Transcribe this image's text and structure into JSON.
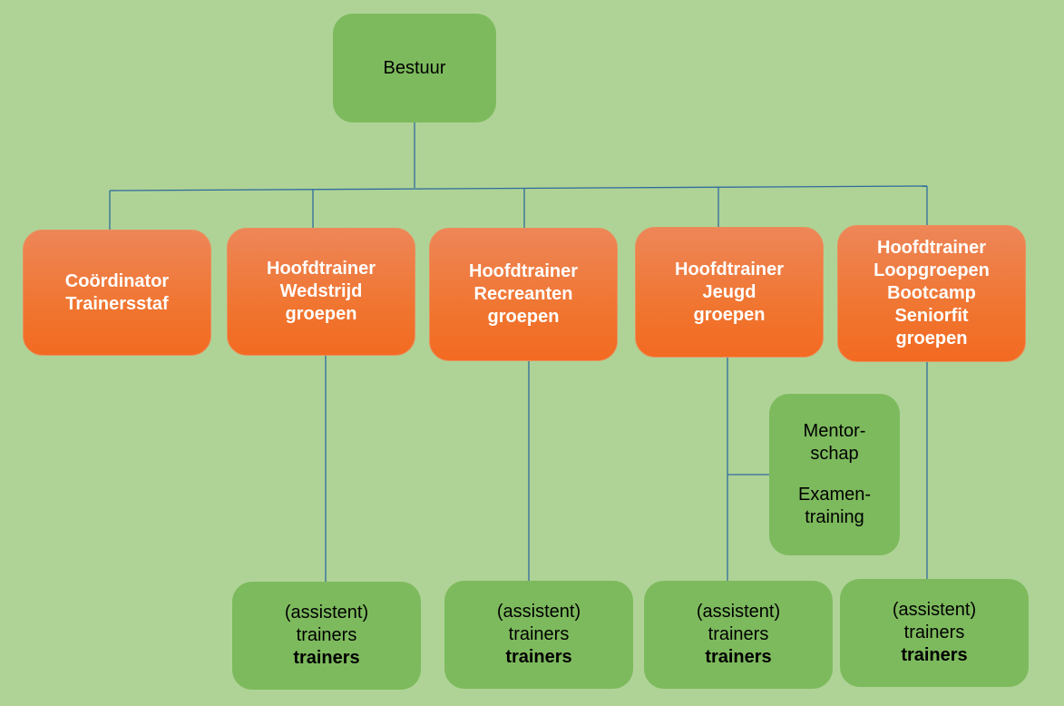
{
  "nodes": {
    "bestuur": "Bestuur",
    "coordinator": [
      "Coördinator",
      "Trainersstaf"
    ],
    "wedstrijd": [
      "Hoofdtrainer",
      "Wedstrijd",
      "groepen"
    ],
    "recreanten": [
      "Hoofdtrainer",
      "Recreanten",
      "groepen"
    ],
    "jeugd": [
      "Hoofdtrainer",
      "Jeugd",
      "groepen"
    ],
    "loop": [
      "Hoofdtrainer",
      "Loopgroepen",
      "Bootcamp",
      "Seniorfit",
      "groepen"
    ],
    "mentor": [
      "Mentor-",
      "schap",
      "Examen-",
      "training"
    ],
    "trainers": [
      "(assistent)",
      "trainers",
      "trainers"
    ]
  },
  "colors": {
    "background": "#afd396",
    "green_box": "#7dba5d",
    "orange_box": "#f0742e",
    "connector": "#2e6b9e"
  }
}
